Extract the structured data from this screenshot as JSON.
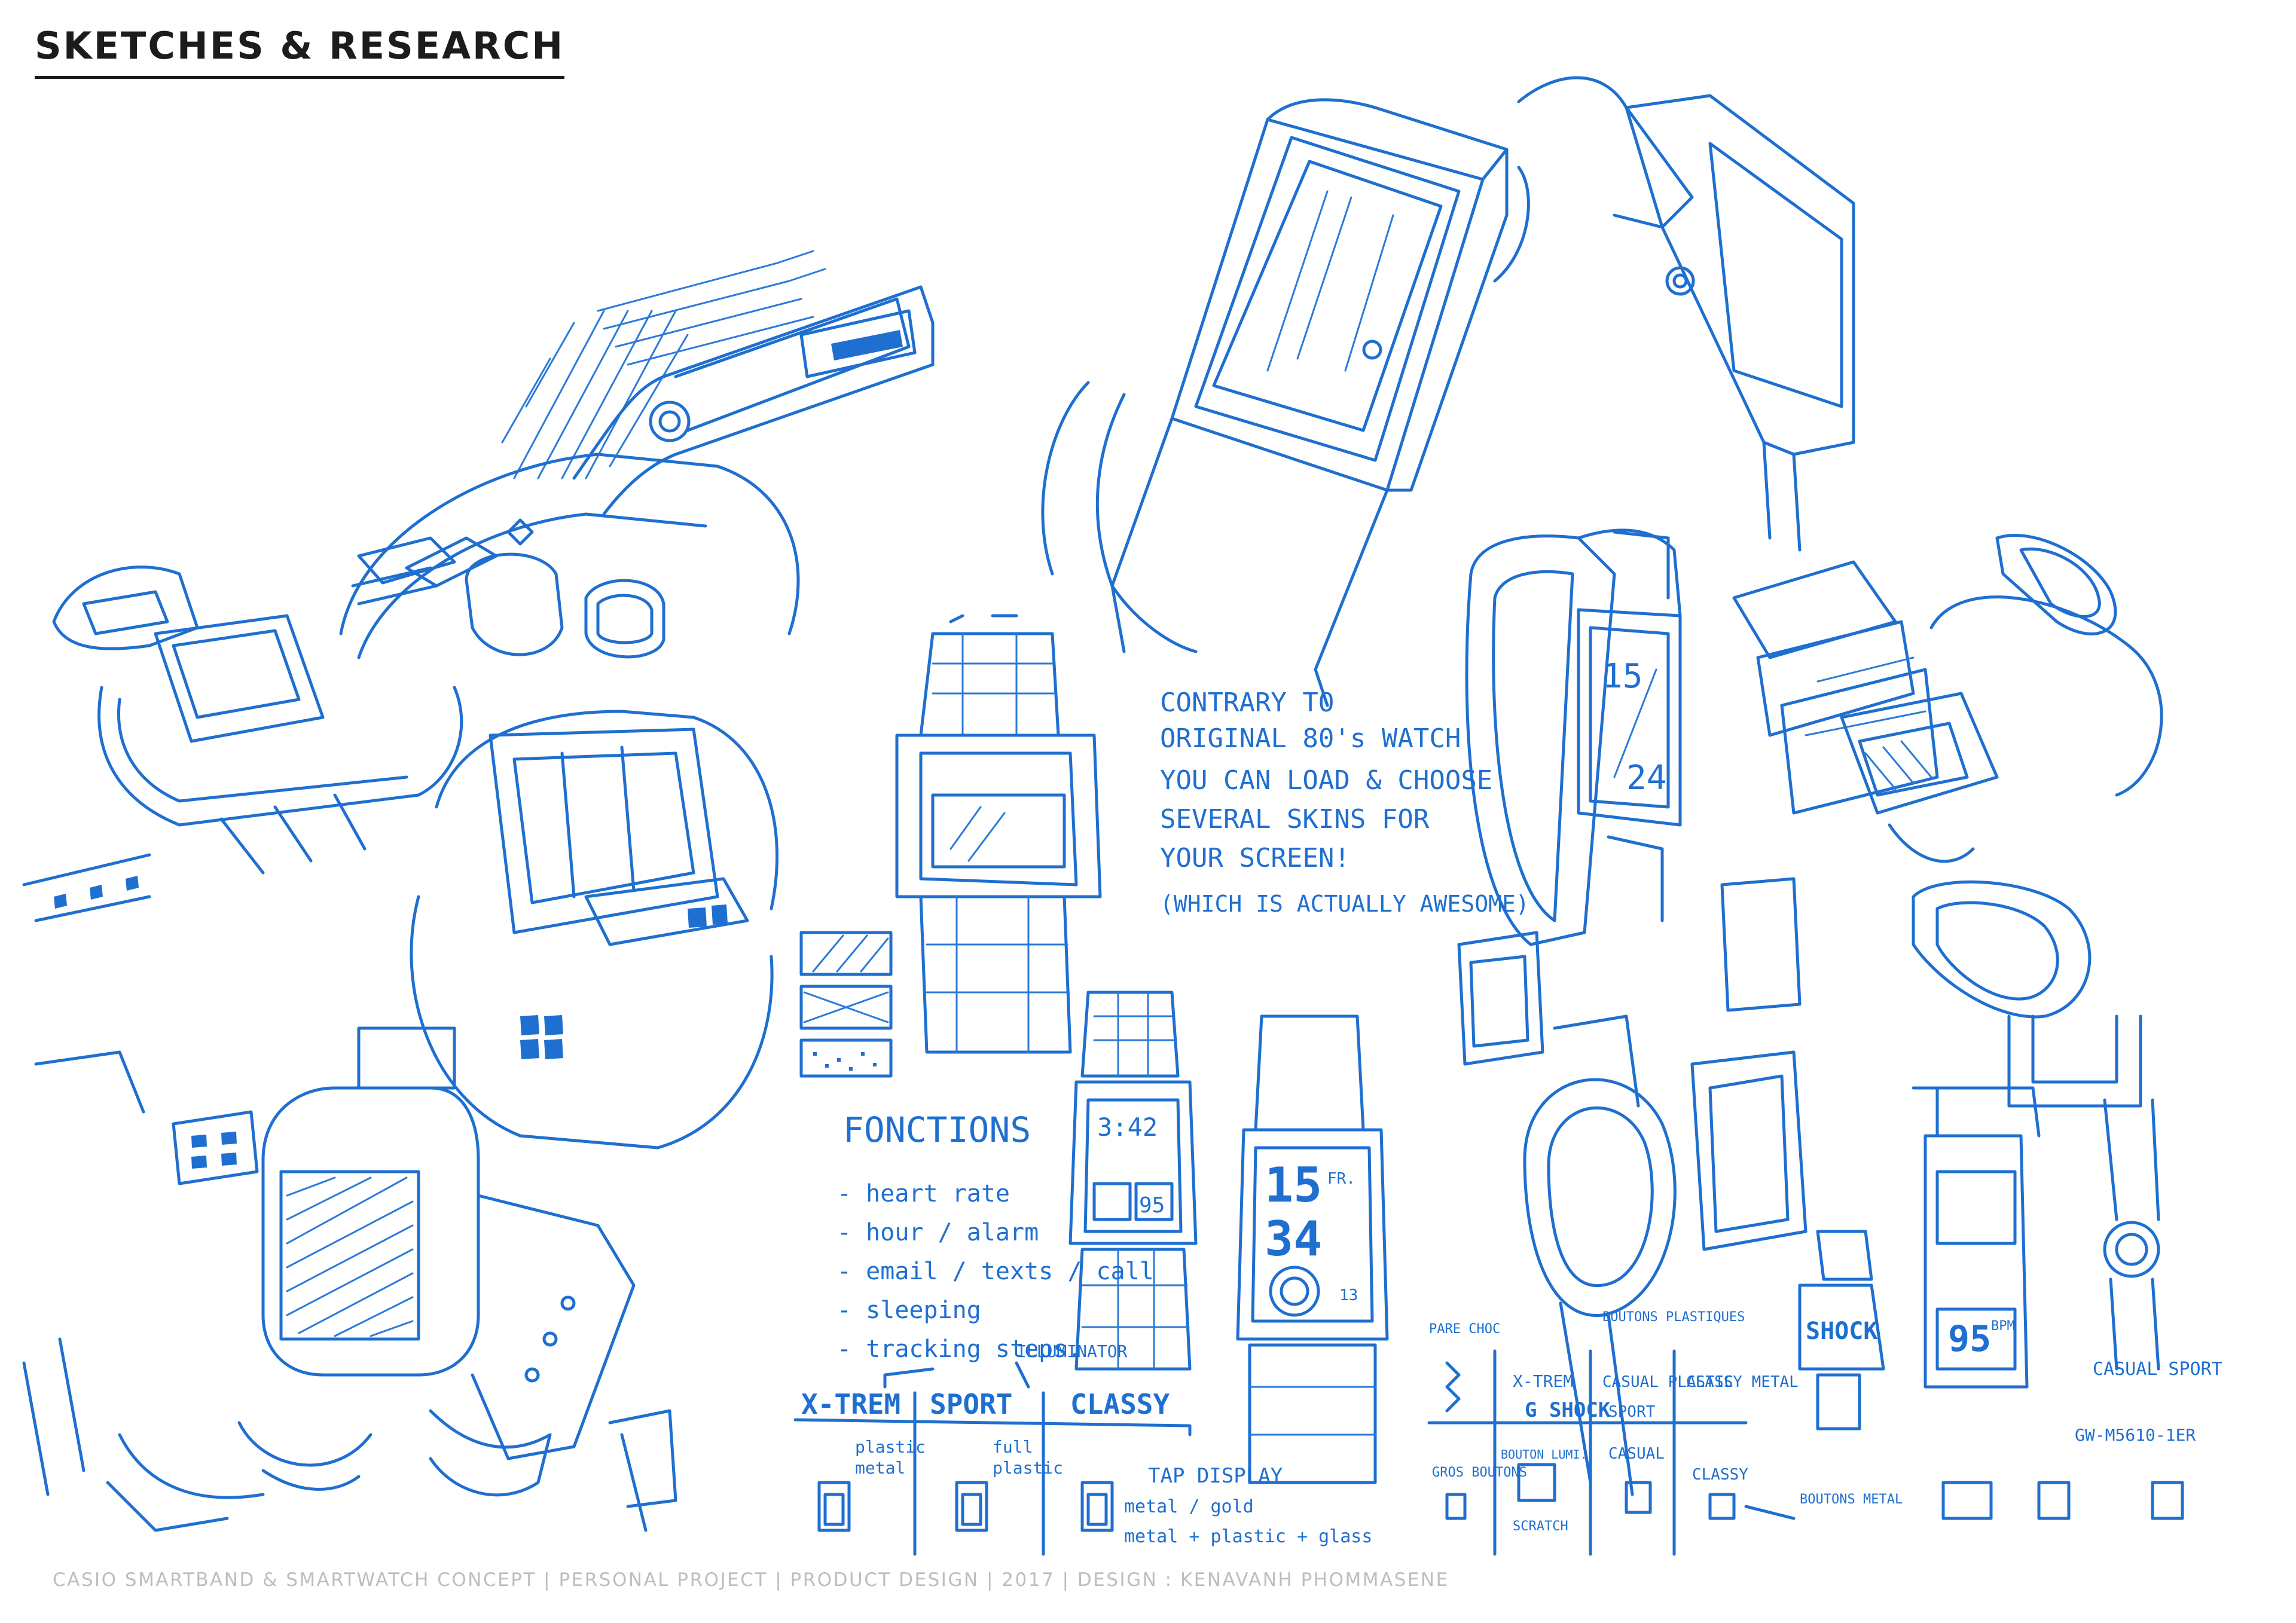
{
  "header": {
    "title": "SKETCHES & RESEARCH"
  },
  "annotation": {
    "lines": [
      "CONTRARY TO",
      "ORIGINAL 80's WATCH",
      "YOU CAN LOAD & CHOOSE",
      "SEVERAL SKINS FOR",
      "YOUR SCREEN!",
      "(WHICH IS ACTUALLY AWESOME)"
    ]
  },
  "functions": {
    "title": "FONCTIONS",
    "items": [
      "- heart rate",
      "- hour / alarm",
      "- email / texts / call",
      "- sleeping",
      "- tracking steps."
    ]
  },
  "categories": {
    "illuminator": "ILLUMINATOR",
    "xtrem": {
      "label": "X-TREM",
      "note1": "plastic",
      "note2": "metal"
    },
    "sport": {
      "label": "SPORT",
      "note1": "full",
      "note2": "plastic"
    },
    "classy": {
      "label": "CLASSY",
      "note1": "TAP DISPLAY",
      "note2": "metal / gold",
      "note3": "metal + plastic + glass"
    }
  },
  "displays": {
    "small_time": "3:42",
    "small_num": "95",
    "big_hour": "15",
    "big_min": "34",
    "big_day": "FR.",
    "big_sec": "13",
    "band_top": "15",
    "band_bottom": "24",
    "bpm_value": "95",
    "bpm_unit": "BPM",
    "shock": "SHOCK"
  },
  "notes_right": {
    "pare_choc": "PARE CHOC",
    "boutons_plastiques": "BOUTONS PLASTIQUES",
    "xtrem": "X-TREM",
    "gshock": "G SHOCK",
    "casual_plastic": "CASUAL PLASTIC",
    "sport": "SPORT",
    "classy_metal": "CLASSY METAL",
    "casual": "CASUAL",
    "classy": "CLASSY",
    "gros_boutons": "GROS BOUTONS",
    "bouton_lumi": "BOUTON LUMI.",
    "scratch": "SCRATCH",
    "boutons_metal": "BOUTONS METAL",
    "casual_sport": "CASUAL SPORT",
    "model": "GW-M5610-1ER"
  },
  "footer": {
    "credit": "CASIO SMARTBAND & SMARTWATCH CONCEPT | PERSONAL PROJECT | PRODUCT DESIGN | 2017 | DESIGN : KENAVANH PHOMMASENE"
  },
  "colors": {
    "ink": "#1f6fd0",
    "title": "#1c1c1c",
    "footer": "#bdbdbd"
  }
}
